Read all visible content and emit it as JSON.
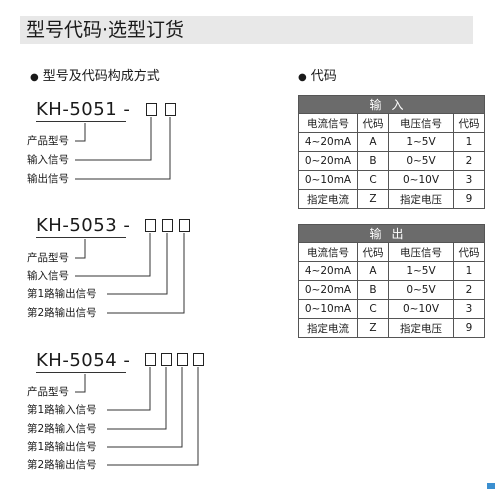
{
  "header": {
    "title": "型号代码·选型订货"
  },
  "left_section": {
    "heading": "型号及代码构成方式"
  },
  "right_section": {
    "heading": "代码"
  },
  "models": [
    {
      "title": "KH-5051 -",
      "boxes": 2,
      "labels": [
        "产品型号",
        "输入信号",
        "输出信号"
      ]
    },
    {
      "title": "KH-5053 -",
      "boxes": 3,
      "labels": [
        "产品型号",
        "输入信号",
        "第1路输出信号",
        "第2路输出信号"
      ]
    },
    {
      "title": "KH-5054 -",
      "boxes": 4,
      "labels": [
        "产品型号",
        "第1路输入信号",
        "第2路输入信号",
        "第1路输出信号",
        "第2路输出信号"
      ]
    }
  ],
  "input_table": {
    "band": "输入",
    "headers": [
      "电流信号",
      "代码",
      "电压信号",
      "代码"
    ],
    "rows": [
      [
        "4~20mA",
        "A",
        "1~5V",
        "1"
      ],
      [
        "0~20mA",
        "B",
        "0~5V",
        "2"
      ],
      [
        "0~10mA",
        "C",
        "0~10V",
        "3"
      ],
      [
        "指定电流",
        "Z",
        "指定电压",
        "9"
      ]
    ]
  },
  "output_table": {
    "band": "输出",
    "headers": [
      "电流信号",
      "代码",
      "电压信号",
      "代码"
    ],
    "rows": [
      [
        "4~20mA",
        "A",
        "1~5V",
        "1"
      ],
      [
        "0~20mA",
        "B",
        "0~5V",
        "2"
      ],
      [
        "0~10mA",
        "C",
        "0~10V",
        "3"
      ],
      [
        "指定电流",
        "Z",
        "指定电压",
        "9"
      ]
    ]
  },
  "colors": {
    "header_bg": "#e8e8e8",
    "table_band": "#6b6b6b",
    "corner_accent": "#3b8fd0"
  }
}
